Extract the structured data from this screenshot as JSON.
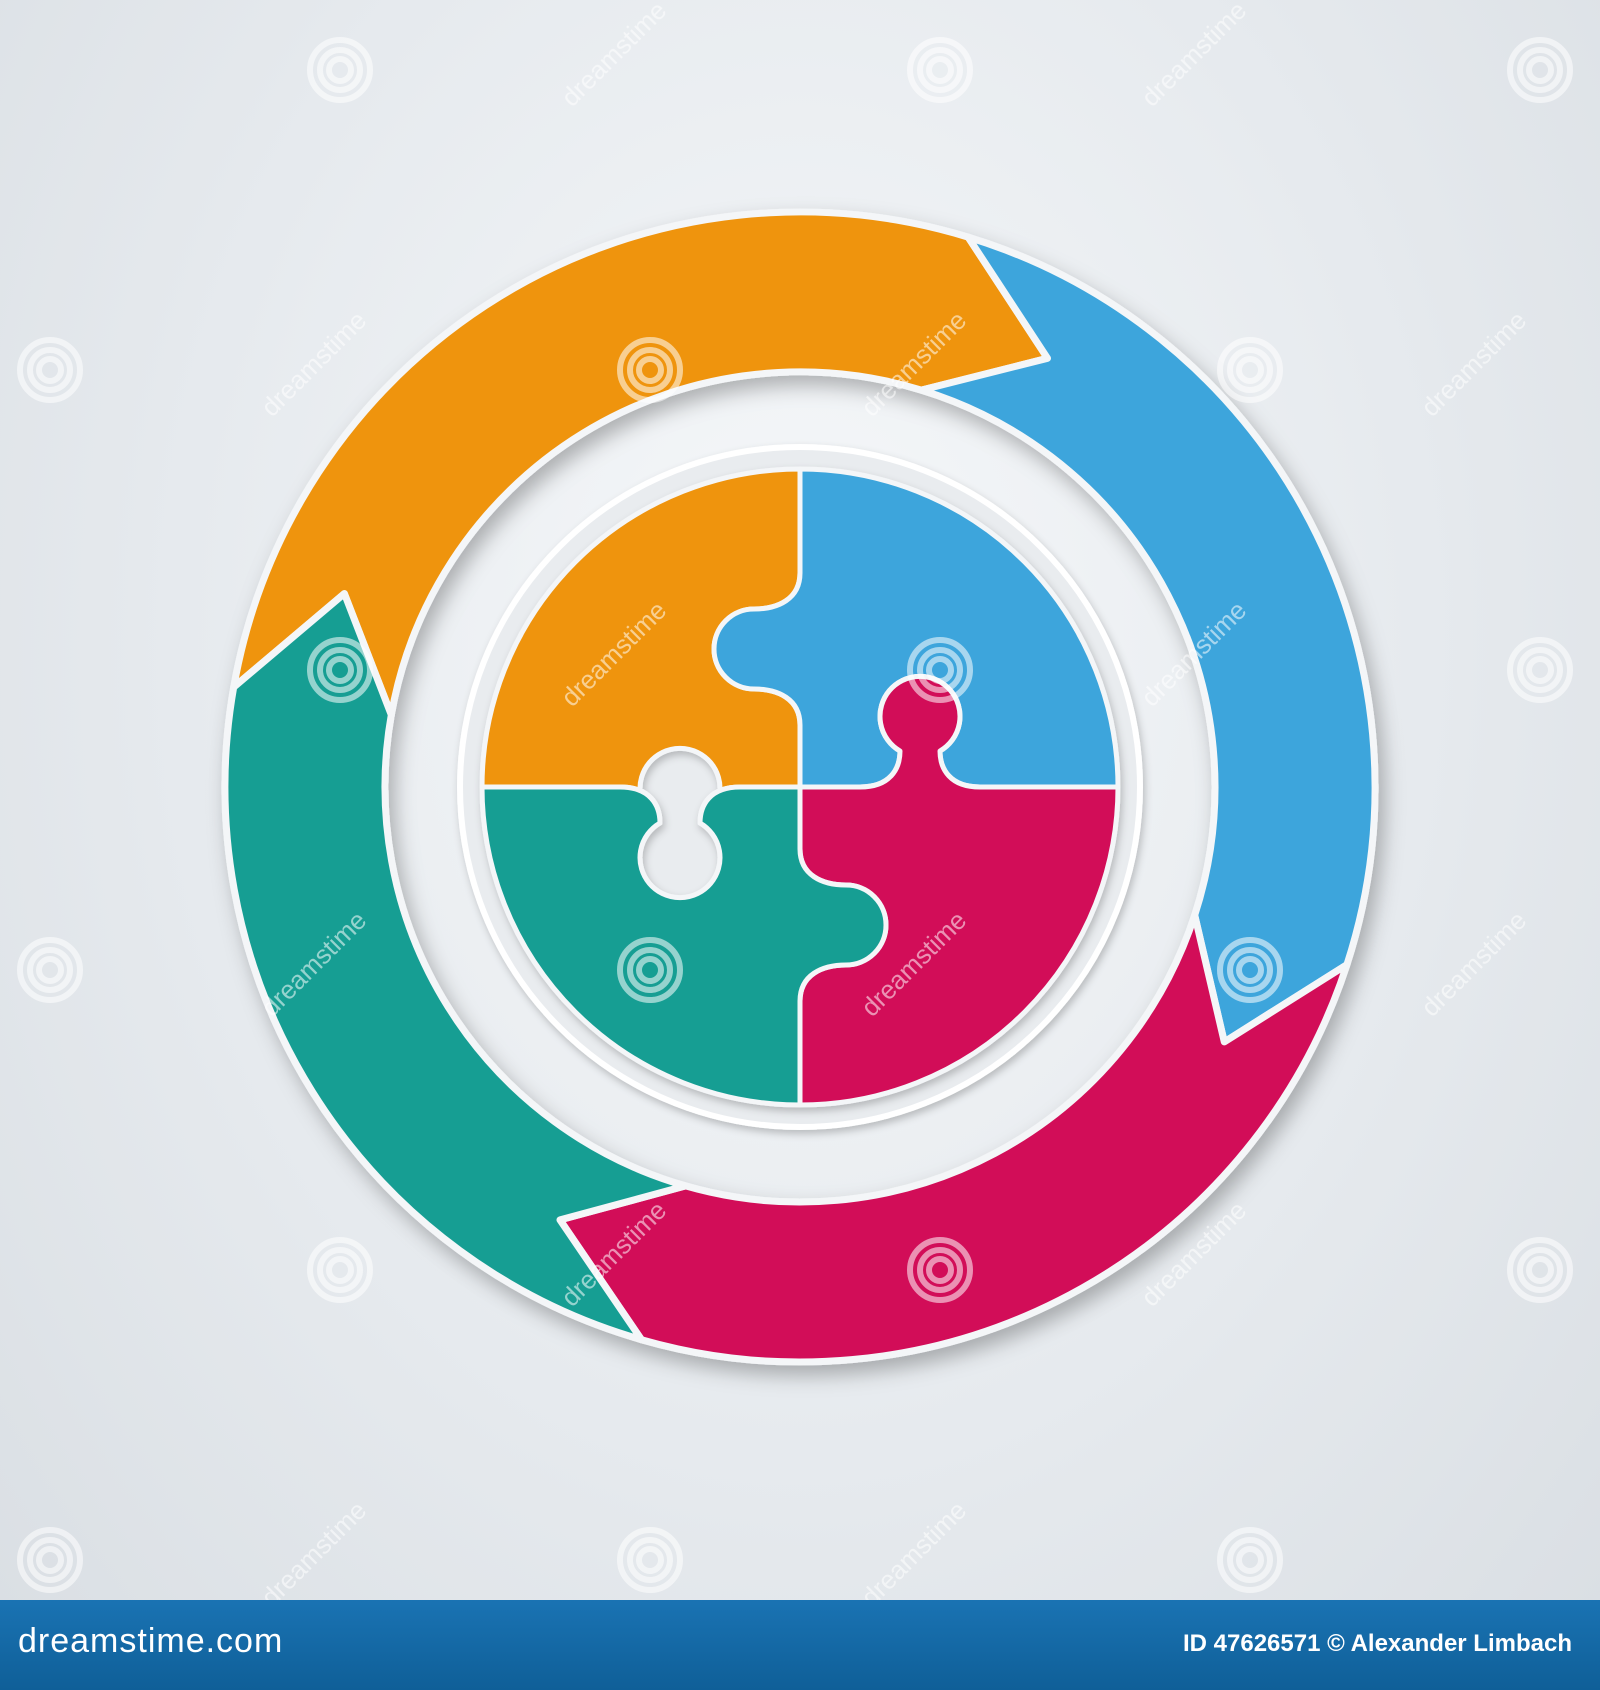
{
  "colors": {
    "orange": "#ef9410",
    "blue": "#3ea5dc",
    "magenta": "#d20f58",
    "teal": "#199e93",
    "outline": "#f4f6f8",
    "footer": "#1a73b3"
  },
  "diagram": {
    "outer_segments": [
      {
        "name": "orange",
        "color": "#ef9410"
      },
      {
        "name": "blue",
        "color": "#3ea5dc"
      },
      {
        "name": "magenta",
        "color": "#d20f58"
      },
      {
        "name": "teal",
        "color": "#199e93"
      }
    ],
    "puzzle_pieces": [
      {
        "name": "orange",
        "color": "#ef9410"
      },
      {
        "name": "blue",
        "color": "#3ea5dc"
      },
      {
        "name": "magenta",
        "color": "#d20f58"
      },
      {
        "name": "teal",
        "color": "#199e93"
      }
    ]
  },
  "watermark": {
    "text": "dreamstime",
    "icon": "spiral-logo-icon"
  },
  "footer": {
    "brand": "dreamstime.com",
    "id_label": "ID 47626571",
    "copyright": "© Alexander Limbach"
  }
}
